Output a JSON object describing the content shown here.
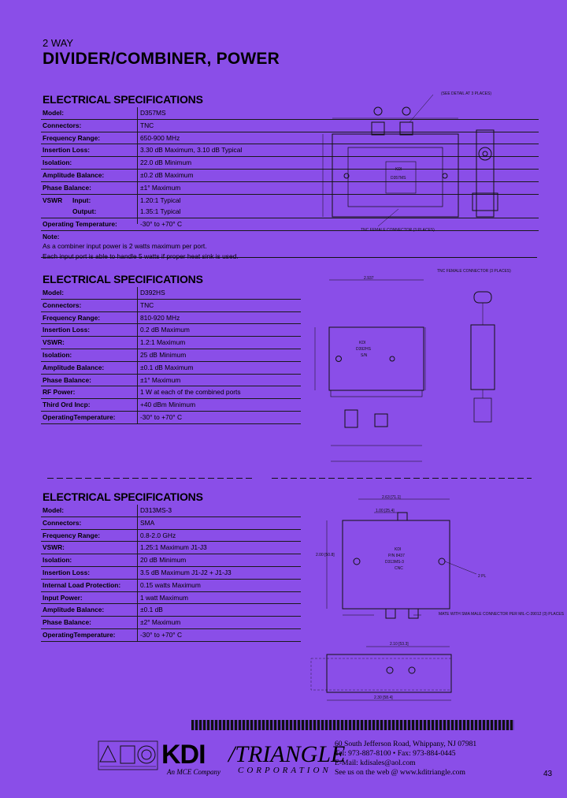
{
  "header": {
    "category": "2 WAY",
    "title": "DIVIDER/COMBINER, POWER"
  },
  "sections": [
    {
      "title": "ELECTRICAL SPECIFICATIONS",
      "rows": [
        {
          "label": "Model:",
          "value": "D357MS"
        },
        {
          "label": "Connectors:",
          "value": "TNC"
        },
        {
          "label": "Frequency Range:",
          "value": "650-900 MHz"
        },
        {
          "label": "Insertion Loss:",
          "value": "3.30 dB Maximum, 3.10 dB Typical"
        },
        {
          "label": "Isolation:",
          "value": "22.0 dB Minimum"
        },
        {
          "label": "Amplitude Balance:",
          "value": "±0.2 dB Maximum"
        },
        {
          "label": "Phase Balance:",
          "value": "±1° Maximum"
        },
        {
          "label": "VSWR",
          "sub": "Input:",
          "value": "1.20:1 Typical"
        },
        {
          "label": "",
          "sub": "Output:",
          "value": "1.35:1 Typical"
        },
        {
          "label": "Operating Temperature:",
          "value": "-30° to +70° C"
        }
      ],
      "note_label": "Note:",
      "notes": [
        "As a combiner input power is 2 watts maximum per port.",
        "Each input port is able to handle 5 watts if proper heat sink is used."
      ]
    },
    {
      "title": "ELECTRICAL SPECIFICATIONS",
      "rows": [
        {
          "label": "Model:",
          "value": "D392HS"
        },
        {
          "label": "Connectors:",
          "value": "TNC"
        },
        {
          "label": "Frequency Range:",
          "value": "810-920 MHz"
        },
        {
          "label": "Insertion Loss:",
          "value": "0.2 dB Maximum"
        },
        {
          "label": "VSWR:",
          "value": "1.2:1 Maximum"
        },
        {
          "label": "Isolation:",
          "value": "25 dB Minimum"
        },
        {
          "label": "Amplitude Balance:",
          "value": "±0.1 dB Maximum"
        },
        {
          "label": "Phase Balance:",
          "value": "±1° Maximum"
        },
        {
          "label": "RF Power:",
          "value": "1 W at each of the combined ports"
        },
        {
          "label": "Third Ord Incp:",
          "value": "+40 dBm Minimum"
        },
        {
          "label": "OperatingTemperature:",
          "value": "-30° to +70° C"
        }
      ]
    },
    {
      "title": "ELECTRICAL SPECIFICATIONS",
      "rows": [
        {
          "label": "Model:",
          "value": "D313MS-3"
        },
        {
          "label": "Connectors:",
          "value": "SMA"
        },
        {
          "label": "Frequency Range:",
          "value": "0.8-2.0 GHz"
        },
        {
          "label": "VSWR:",
          "value": "1.25:1 Maximum J1-J3"
        },
        {
          "label": "Isolation:",
          "value": "20 dB Minimum"
        },
        {
          "label": "Insertion Loss:",
          "value": "3.5 dB Maximum J1-J2 + J1-J3"
        },
        {
          "label": "Internal Load Protection:",
          "value": "0.15 watts Maximum"
        },
        {
          "label": "Input Power:",
          "value": "1 watt Maximum"
        },
        {
          "label": "Amplitude Balance:",
          "value": "±0.1 dB"
        },
        {
          "label": "Phase Balance:",
          "value": "±2° Maximum"
        },
        {
          "label": "OperatingTemperature:",
          "value": "-30° to +70° C"
        }
      ]
    }
  ],
  "drawings": {
    "d1": {
      "label_kdi": "KDI",
      "label_model": "D357MS",
      "callout_a": "(SEE DETAIL AT 3 PLACES)",
      "callout_b": "TNC FEMALE CONNECTOR (3 PLACES)"
    },
    "d2": {
      "dim_top": "2.937",
      "label_kdi": "KDI",
      "label_model": "D392HS",
      "label_sn": "S/N",
      "callout": "TNC FEMALE CONNECTOR (3 PLACES)"
    },
    "d3": {
      "dim_top": "2.63 [71.1]",
      "dim_mid": "1.00 [25.4]",
      "dim_left": "2.00 [50.8]",
      "label_kdi": "KDI",
      "label_pn": "P/N 8437",
      "label_model": "D313MS-3",
      "label_cnc": "CNC",
      "callout_hole": "2 PL",
      "callout_conn": "MATE WITH SMA MALE CONNECTOR PER MIL-C-39012 (3) PLACES",
      "dim_bottom": "2.10 [53.3]",
      "dim_base": "2.30 [58.4]"
    }
  },
  "footer": {
    "logo_kdi": "KDI",
    "logo_triangle": "/TRIANGLE",
    "logo_corporation": "CORPORATION",
    "logo_mce": "An MCE Company",
    "address": "60 South Jefferson Road, Whippany, NJ 07981",
    "phone": "Tel: 973-887-8100 • Fax: 973-884-0445",
    "email": "E-Mail: kdisales@aol.com",
    "web": "See us on the web @ www.kditriangle.com",
    "page_number": "43"
  },
  "colors": {
    "background": "#8a4ee8",
    "ink": "#000000"
  }
}
